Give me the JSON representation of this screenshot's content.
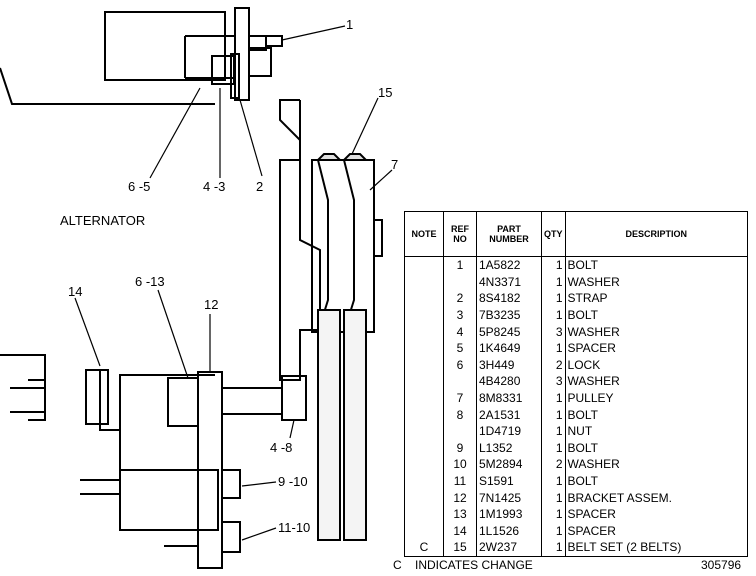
{
  "labels": {
    "alternator": "ALTERNATOR",
    "c1": "1",
    "c15": "15",
    "c7": "7",
    "c6_5": "6 -5",
    "c4_3": "4 -3",
    "c2": "2",
    "c6_13": "6 -13",
    "c14": "14",
    "c12": "12",
    "c4_8": "4 -8",
    "c9_10": "9 -10",
    "c11_10": "11-10"
  },
  "table": {
    "headers": {
      "note": "NOTE",
      "ref": "REF\nNO",
      "part": "PART\nNUMBER",
      "qty": "QTY",
      "desc": "DESCRIPTION"
    },
    "rows": [
      {
        "note": "",
        "ref": "1",
        "part": "1A5822",
        "qty": "1",
        "desc": "BOLT"
      },
      {
        "note": "",
        "ref": "",
        "part": "4N3371",
        "qty": "1",
        "desc": "WASHER"
      },
      {
        "note": "",
        "ref": "2",
        "part": "8S4182",
        "qty": "1",
        "desc": "STRAP"
      },
      {
        "note": "",
        "ref": "3",
        "part": "7B3235",
        "qty": "1",
        "desc": "BOLT"
      },
      {
        "note": "",
        "ref": "4",
        "part": "5P8245",
        "qty": "3",
        "desc": "WASHER"
      },
      {
        "note": "",
        "ref": "5",
        "part": "1K4649",
        "qty": "1",
        "desc": "SPACER"
      },
      {
        "note": "",
        "ref": "6",
        "part": "3H449",
        "qty": "2",
        "desc": "LOCK"
      },
      {
        "note": "",
        "ref": "",
        "part": "4B4280",
        "qty": "3",
        "desc": "WASHER"
      },
      {
        "note": "",
        "ref": "7",
        "part": "8M8331",
        "qty": "1",
        "desc": "PULLEY"
      },
      {
        "note": "",
        "ref": "8",
        "part": "2A1531",
        "qty": "1",
        "desc": "BOLT"
      },
      {
        "note": "",
        "ref": "",
        "part": "1D4719",
        "qty": "1",
        "desc": "NUT"
      },
      {
        "note": "",
        "ref": "9",
        "part": "L1352",
        "qty": "1",
        "desc": "BOLT"
      },
      {
        "note": "",
        "ref": "10",
        "part": "5M2894",
        "qty": "2",
        "desc": "WASHER"
      },
      {
        "note": "",
        "ref": "11",
        "part": "S1591",
        "qty": "1",
        "desc": "BOLT"
      },
      {
        "note": "",
        "ref": "12",
        "part": "7N1425",
        "qty": "1",
        "desc": "BRACKET ASSEM."
      },
      {
        "note": "",
        "ref": "13",
        "part": "1M1993",
        "qty": "1",
        "desc": "SPACER"
      },
      {
        "note": "",
        "ref": "14",
        "part": "1L1526",
        "qty": "1",
        "desc": "SPACER"
      },
      {
        "note": "C",
        "ref": "15",
        "part": "2W237",
        "qty": "1",
        "desc": "BELT SET (2 BELTS)"
      }
    ]
  },
  "footer": {
    "legend": "C    INDICATES CHANGE",
    "figure_number": "305796"
  }
}
